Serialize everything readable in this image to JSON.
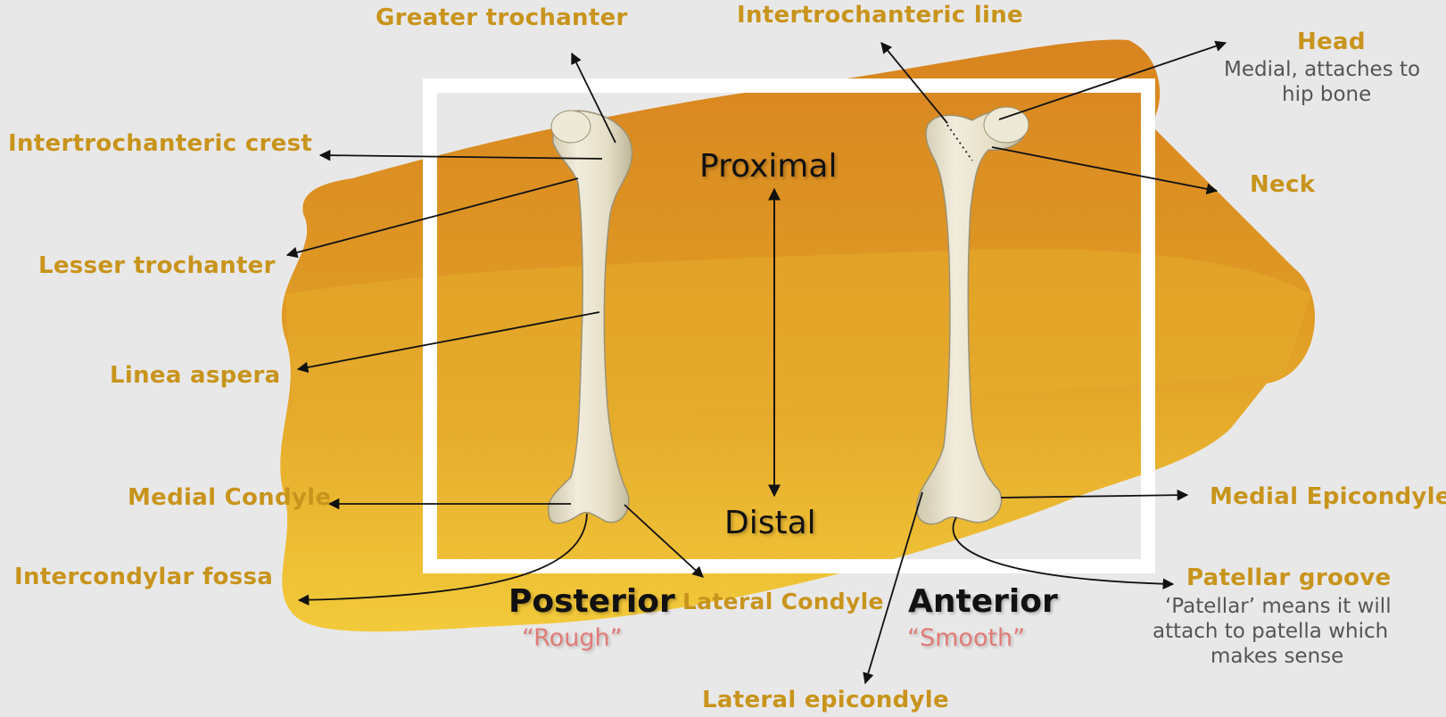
{
  "colors": {
    "label": "#c8941c",
    "description": "#555555",
    "tone": "#e07b76",
    "bone": "#e9e3cf",
    "brush_top": "#d9871f",
    "brush_bottom": "#f0c536"
  },
  "directions": {
    "proximal": "Proximal",
    "distal": "Distal"
  },
  "views": {
    "posterior": {
      "title": "Posterior",
      "tone": "“Rough”"
    },
    "anterior": {
      "title": "Anterior",
      "tone": "“Smooth”"
    }
  },
  "labels": {
    "greater_trochanter": "Greater trochanter",
    "intertrochanteric_line": "Intertrochanteric line",
    "head": "Head",
    "head_desc_1": "Medial, attaches to",
    "head_desc_2": "hip bone",
    "intertrochanteric_crest": "Intertrochanteric crest",
    "neck": "Neck",
    "lesser_trochanter": "Lesser trochanter",
    "linea_aspera": "Linea aspera",
    "medial_condyle": "Medial Condyle",
    "medial_epicondyle": "Medial Epicondyle",
    "intercondylar_fossa": "Intercondylar fossa",
    "lateral_condyle": "Lateral Condyle",
    "patellar_groove": "Patellar groove",
    "patellar_desc_1": "‘Patellar’ means it will",
    "patellar_desc_2": "attach to patella which",
    "patellar_desc_3": "makes sense",
    "lateral_epicondyle": "Lateral epicondyle"
  }
}
